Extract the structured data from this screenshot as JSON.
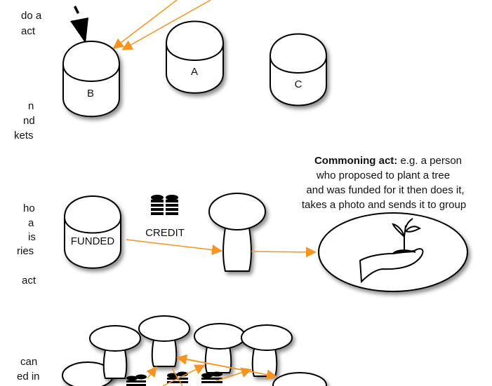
{
  "left_text_fragments": [
    "do a",
    "act",
    "n",
    "nd",
    "kets",
    "ho",
    "a",
    "is",
    "ries",
    "act",
    "can",
    "ed in"
  ],
  "containers": {
    "b": "B",
    "a": "A",
    "c": "C",
    "funded": "FUNDED"
  },
  "credit_label": "CREDIT",
  "commoning": {
    "bold": "Commoning act:",
    "line1_rest": " e.g. a person",
    "line2": "who proposed to plant a tree",
    "line3": "and was funded for it then does it,",
    "line4": "takes a photo and sends it to group"
  },
  "colors": {
    "arrow": "#f7931e",
    "stroke": "#000000"
  }
}
